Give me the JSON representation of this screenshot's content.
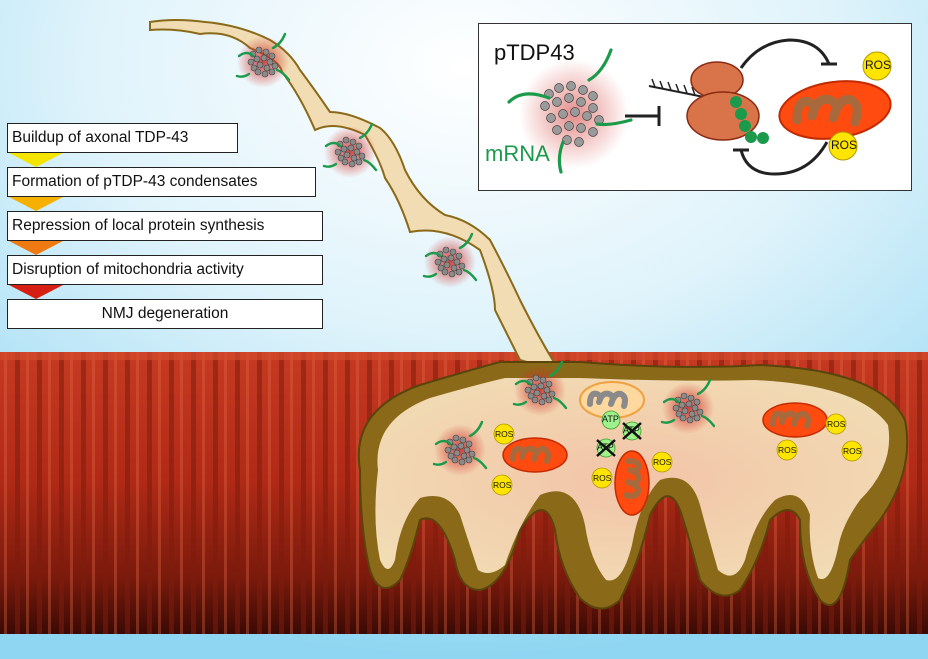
{
  "steps": [
    {
      "label": "Buildup of axonal TDP-43"
    },
    {
      "label": "Formation of pTDP-43 condensates"
    },
    {
      "label": "Repression of local protein synthesis"
    },
    {
      "label": "Disruption of mitochondria activity"
    },
    {
      "label": "NMJ degeneration"
    }
  ],
  "arrow_colors": [
    "#f5e400",
    "#f6b100",
    "#ee7a12",
    "#d61e12"
  ],
  "inset": {
    "ptdp43_label": "pTDP43",
    "mrna_label": "mRNA",
    "ros_labels": [
      "ROS",
      "ROS"
    ]
  },
  "terminal": {
    "atp_label": "ATP",
    "atp_crossed_labels": [
      "ATP",
      "ATP"
    ],
    "ros_labels": [
      "ROS",
      "ROS",
      "ROS",
      "ROS",
      "ROS",
      "ROS",
      "ROS"
    ]
  },
  "colors": {
    "muscle": "#b52c18",
    "axon_fill": "#f1dcb4",
    "terminal_rim": "#8a6a18",
    "mito": "#ff4a10",
    "mrna": "#1a9a4a",
    "ros": "#ffe400"
  }
}
